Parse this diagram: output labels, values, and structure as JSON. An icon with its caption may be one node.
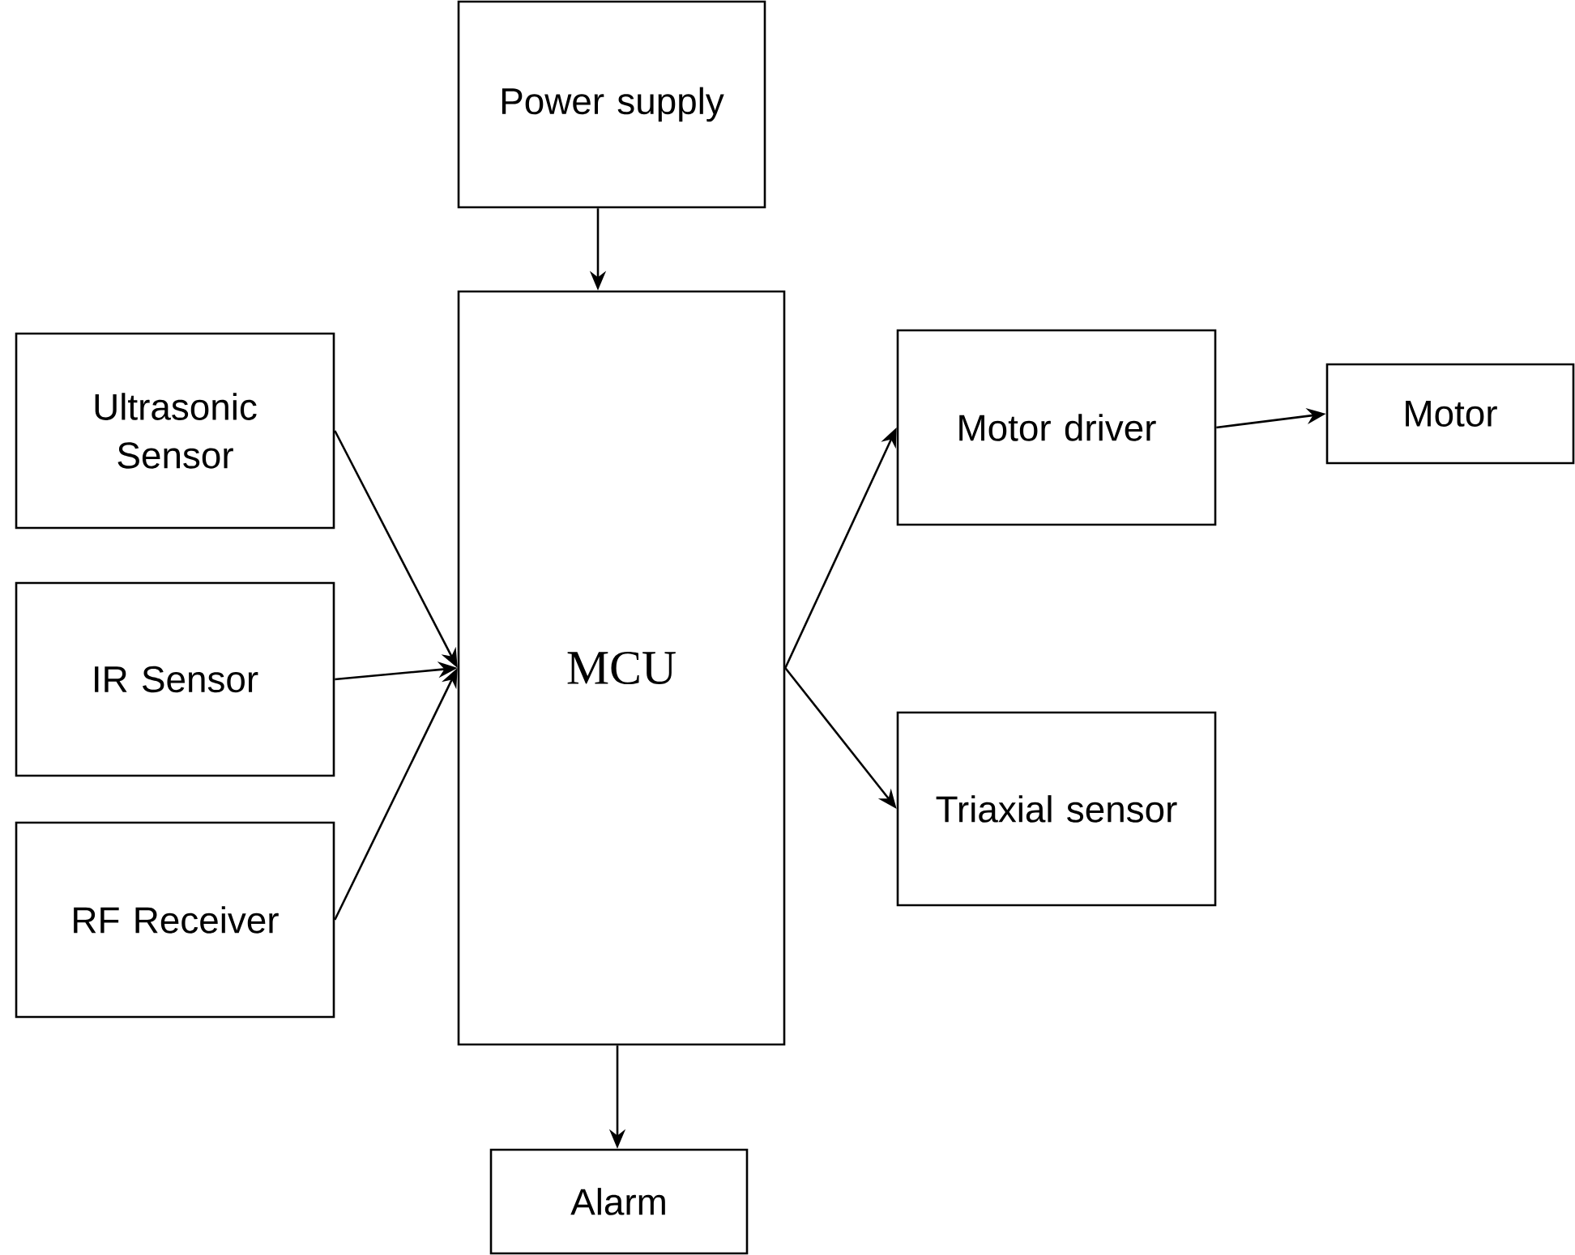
{
  "diagram": {
    "nodes": [
      {
        "text": [
          "Power supply"
        ]
      },
      {
        "text": [
          "Ultrasonic Sensor"
        ]
      },
      {
        "text": [
          "MCU"
        ]
      },
      {
        "text": [
          "Motor driver"
        ]
      },
      {
        "text": [
          "Motor"
        ]
      },
      {
        "text": [
          "IR Sensor"
        ]
      },
      {
        "text": [
          "Triaxial sensor"
        ]
      },
      {
        "text": [
          "RF Receiver"
        ]
      },
      {
        "text": [
          "Alarm"
        ]
      }
    ],
    "edges": [
      {
        "from": 0,
        "to": 2,
        "arrow": "to"
      },
      {
        "from": 1,
        "to": 2,
        "arrow": "to"
      },
      {
        "from": 5,
        "to": 2,
        "arrow": "to"
      },
      {
        "from": 7,
        "to": 2,
        "arrow": "to"
      },
      {
        "from": 2,
        "to": 3,
        "arrow": "to"
      },
      {
        "from": 3,
        "to": 4,
        "arrow": "to"
      },
      {
        "from": 2,
        "to": 6,
        "arrow": "to"
      },
      {
        "from": 2,
        "to": 8,
        "arrow": "to"
      }
    ]
  }
}
